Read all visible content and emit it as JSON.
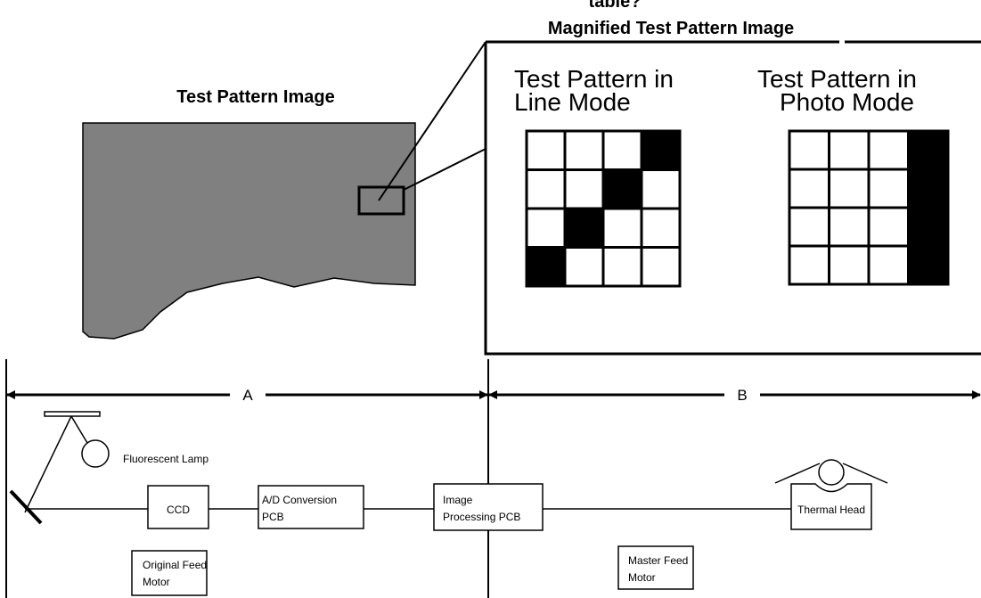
{
  "cut_title": "table?",
  "magnified_title": "Magnified Test Pattern Image",
  "test_pattern_image_label": "Test Pattern Image",
  "line_mode": {
    "line1": "Test Pattern in",
    "line2": "Line Mode"
  },
  "photo_mode": {
    "line1": "Test Pattern in",
    "line2": "Photo Mode"
  },
  "section_a": "A",
  "section_b": "B",
  "components": {
    "fluorescent_lamp": "Fluorescent Lamp",
    "ccd": "CCD",
    "ad_conversion": [
      "A/D Conversion",
      "PCB"
    ],
    "image_processing": [
      "Image",
      "Processing PCB"
    ],
    "original_feed_motor": [
      "Original Feed",
      "Motor"
    ],
    "master_feed_motor": [
      "Master Feed",
      "Motor"
    ],
    "thermal_head": "Thermal Head"
  },
  "grids": {
    "line_mode_black_cells": [
      [
        0,
        3
      ],
      [
        1,
        2
      ],
      [
        2,
        1
      ],
      [
        3,
        0
      ]
    ],
    "photo_mode_black_column": 3
  },
  "colors": {
    "image_fill": "#808080",
    "ink": "#000000",
    "paper": "#ffffff"
  }
}
